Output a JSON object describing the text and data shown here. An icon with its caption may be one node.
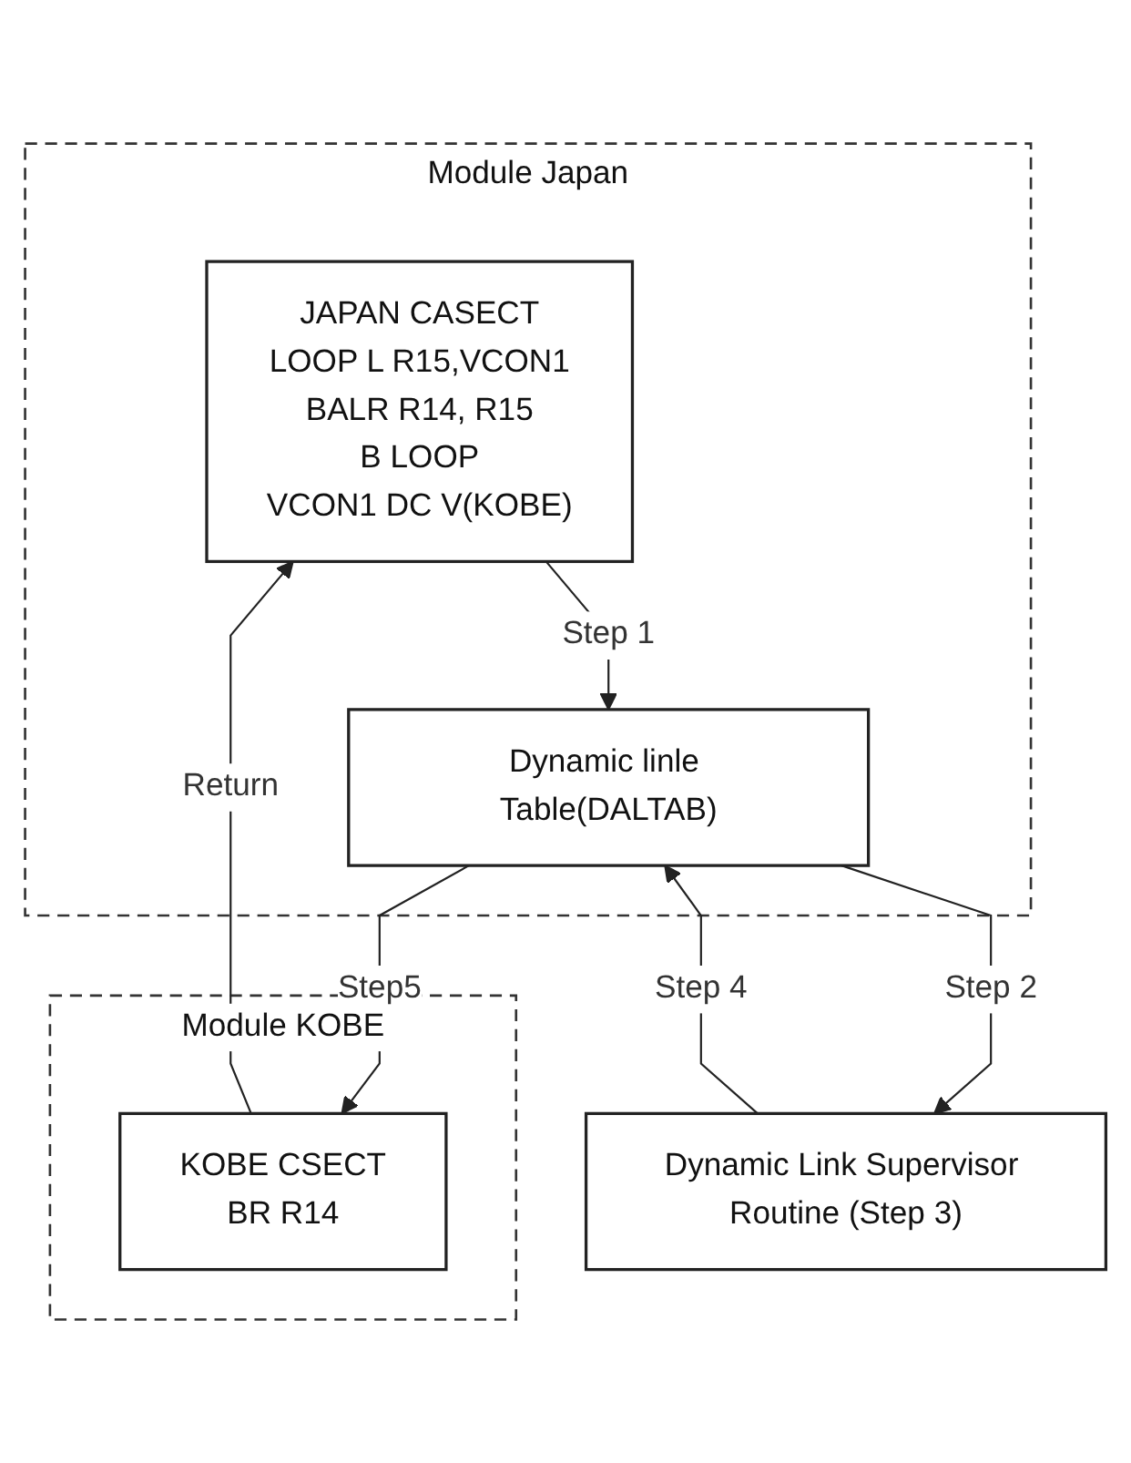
{
  "diagram": {
    "nodes": [
      {
        "text": [
          "Module Japan"
        ]
      },
      {
        "text": [
          "JAPAN CASECT",
          "LOOP L R15,VCON1",
          "BALR R14, R15",
          "B LOOP",
          "VCON1 DC V(KOBE)"
        ],
        "in": 0
      },
      {
        "text": [
          "Dynamic linle Table(DALTAB)"
        ],
        "in": 0
      },
      {
        "text": [
          "Dynamic Link Supervisor Routine (Step 3)"
        ]
      },
      {
        "text": [
          "Module KOBE"
        ]
      },
      {
        "text": [
          "KOBE CSECT",
          "BR R14"
        ],
        "in": 4
      }
    ],
    "edges": [
      {
        "from": 1,
        "to": 2,
        "arrow": "to",
        "label": "Step 1"
      },
      {
        "from": 2,
        "to": 3,
        "arrow": "to",
        "label": "Step 2"
      },
      {
        "from": 3,
        "to": 2,
        "arrow": "to",
        "label": "Step 4"
      },
      {
        "from": 2,
        "to": 5,
        "arrow": "to",
        "label": "Step5"
      },
      {
        "from": 5,
        "to": 1,
        "arrow": "to",
        "label": "Return"
      }
    ]
  }
}
